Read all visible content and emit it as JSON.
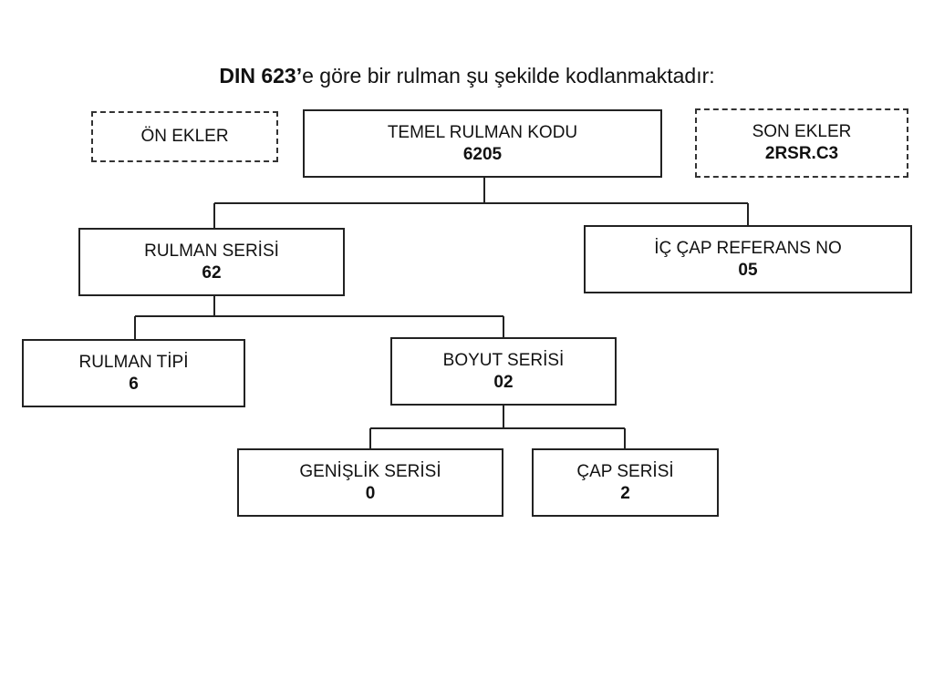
{
  "title": {
    "bold": "DIN 623’",
    "rest": "e göre bir rulman şu şekilde kodlanmaktadır:"
  },
  "nodes": {
    "prefix": {
      "label": "ÖN EKLER",
      "value": ""
    },
    "base": {
      "label": "TEMEL RULMAN KODU",
      "value": "6205"
    },
    "suffix": {
      "label": "SON EKLER",
      "value": "2RSR.C3"
    },
    "series": {
      "label": "RULMAN SERİSİ",
      "value": "62"
    },
    "bore": {
      "label": "İÇ ÇAP REFERANS NO",
      "value": "05"
    },
    "type": {
      "label": "RULMAN TİPİ",
      "value": "6"
    },
    "dimension": {
      "label": "BOYUT SERİSİ",
      "value": "02"
    },
    "width": {
      "label": "GENİŞLİK SERİSİ",
      "value": "0"
    },
    "diameter": {
      "label": "ÇAP SERİSİ",
      "value": "2"
    }
  }
}
